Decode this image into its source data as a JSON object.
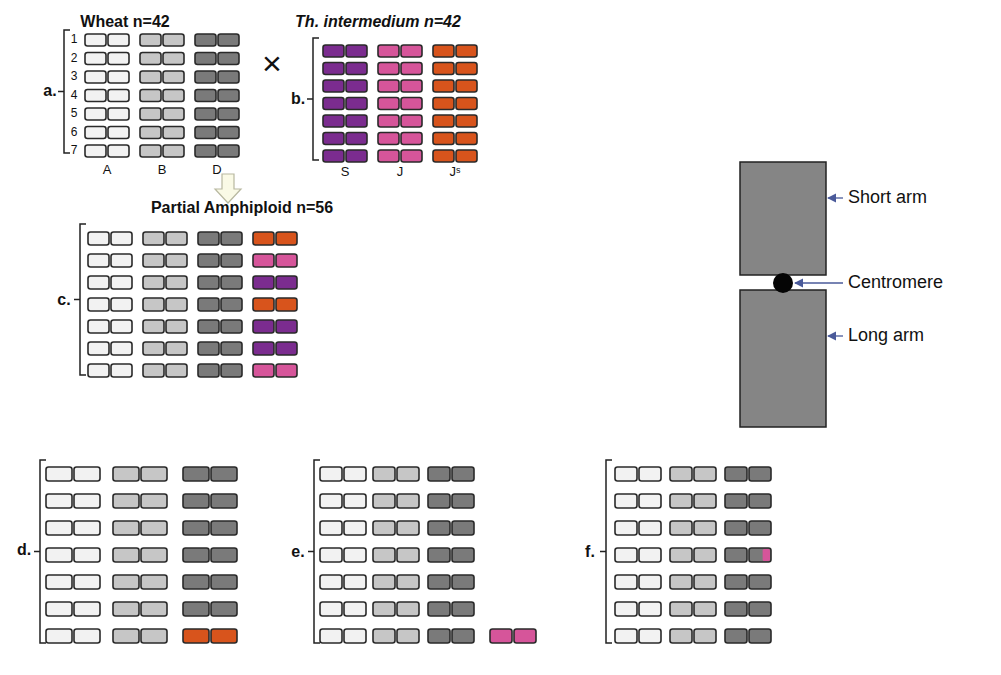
{
  "diagram": {
    "labels": [
      "Wheat n=42",
      "a.",
      "1",
      "2",
      "3",
      "4",
      "5",
      "6",
      "7",
      "A",
      "B",
      "D",
      "×",
      "Th. intermedium n=42",
      "b.",
      "S",
      "J",
      "Jˢ",
      "Partial Amphiploid n=56",
      "c.",
      "d.",
      "e.",
      "f.",
      "Short arm",
      "Centromere",
      "Long arm"
    ]
  }
}
